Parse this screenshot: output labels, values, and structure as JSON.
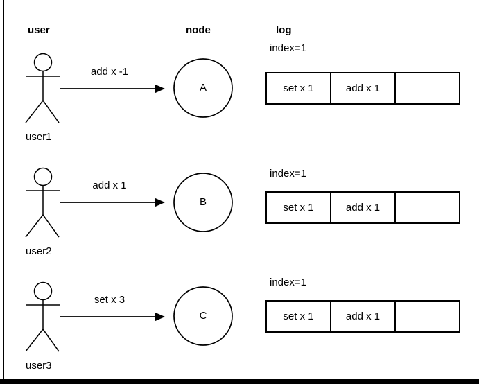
{
  "diagram": {
    "columns": {
      "user": "user",
      "node": "node",
      "log": "log"
    },
    "rows": [
      {
        "user_label": "user1",
        "command": "add x -1",
        "node_label": "A",
        "log_index": "index=1",
        "log_cells": [
          "set x 1",
          "add x 1",
          ""
        ]
      },
      {
        "user_label": "user2",
        "command": "add x 1",
        "node_label": "B",
        "log_index": "index=1",
        "log_cells": [
          "set x 1",
          "add x 1",
          ""
        ]
      },
      {
        "user_label": "user3",
        "command": "set x 3",
        "node_label": "C",
        "log_index": "index=1",
        "log_cells": [
          "set x 1",
          "add x 1",
          ""
        ]
      }
    ]
  },
  "colors": {
    "stroke": "#000000",
    "background": "#ffffff",
    "text": "#000000"
  }
}
